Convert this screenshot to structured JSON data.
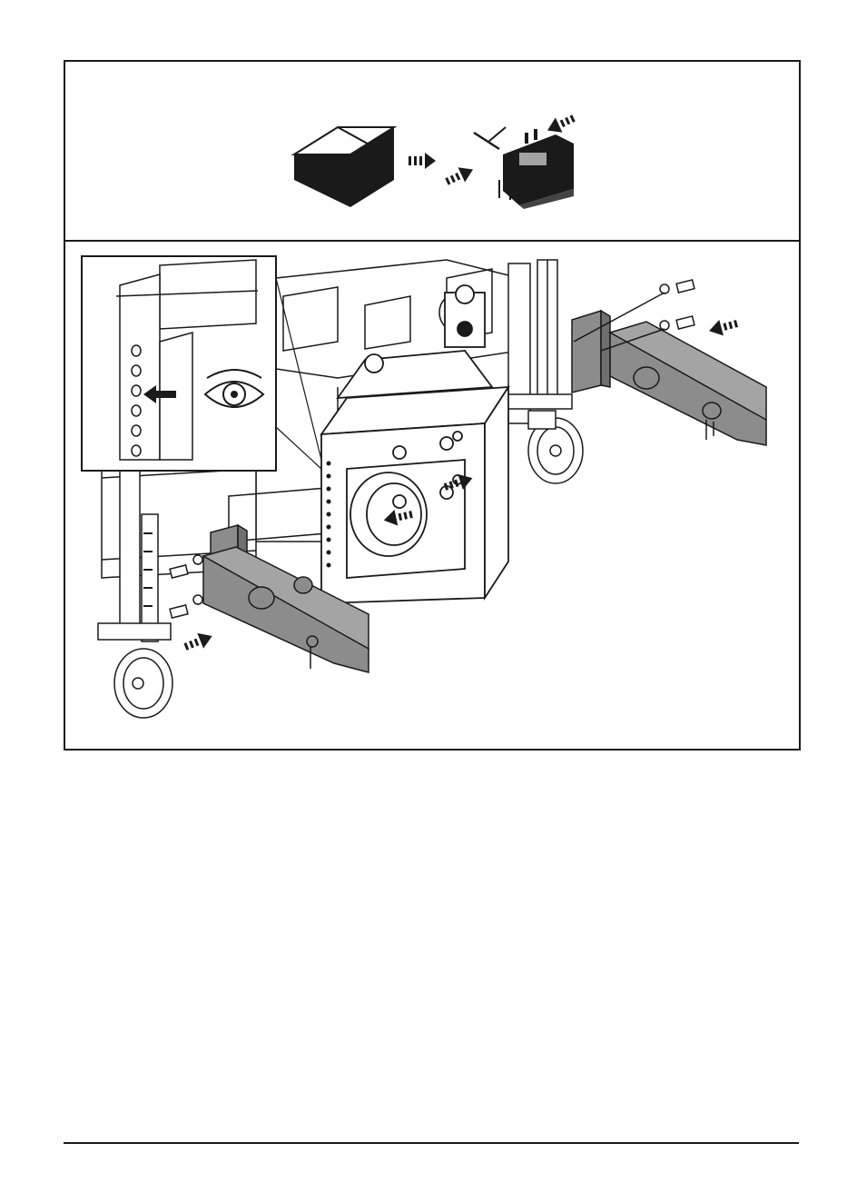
{
  "document": {
    "type": "assembly-instruction-page",
    "panels": [
      {
        "id": "unpack-step",
        "icons": [
          "box-icon",
          "arrow-right-icon",
          "bracket-kit-icon"
        ]
      },
      {
        "id": "mount-step",
        "icons": [
          "eye-icon",
          "arrow-left-icon",
          "push-arrow-icon",
          "pull-arrow-icon"
        ]
      }
    ],
    "colors": {
      "line": "#1a1a1a",
      "shade": "#8c8c8c",
      "dark": "#222222",
      "paper": "#ffffff"
    }
  }
}
